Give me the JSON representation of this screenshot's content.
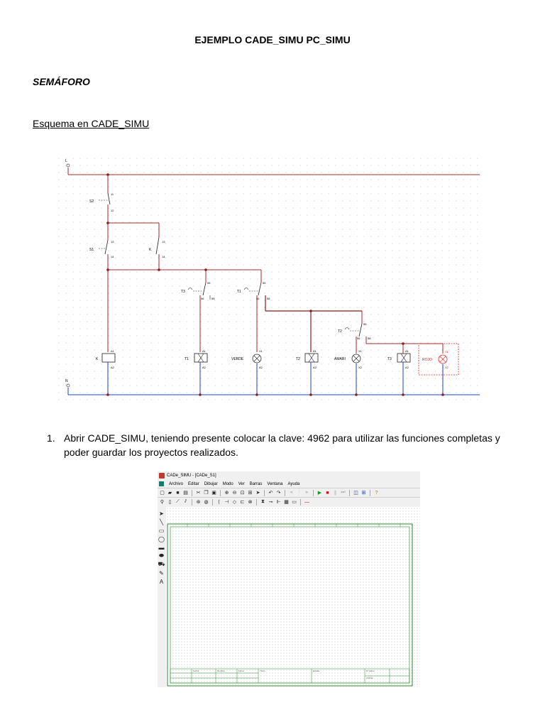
{
  "title": "EJEMPLO CADE_SIMU PC_SIMU",
  "section": "SEMÁFORO",
  "subsection": "Esquema en CADE_SIMU",
  "schematic": {
    "labels": {
      "L": "L",
      "N": "N",
      "S2": "S2",
      "S1": "S1",
      "K_contact": "K",
      "c11": "11",
      "c12": "12",
      "c13a": "13",
      "c14a": "14",
      "c13b": "13",
      "c14b": "14",
      "T3": "T3",
      "T1": "T1",
      "T2": "T2",
      "c55a": "55",
      "c56a": "56",
      "c58a": "58",
      "c55b": "55",
      "c56b": "56",
      "c58b": "58",
      "c55c": "55",
      "c56c": "56",
      "c58c": "58",
      "K_coil": "K",
      "T1_coil": "T1",
      "T2_coil": "T2",
      "T3_coil": "T3",
      "VERDE": "VERDE",
      "AMARI": "AMARI",
      "ROJO": "ROJO",
      "A1": "A1",
      "A2": "A2",
      "X1": "X1",
      "X2": "X2"
    },
    "colors": {
      "phase": "#a52a2a",
      "neutral": "#1f3fd1",
      "node": "#8b1a1a",
      "highlight": "#e02020"
    }
  },
  "steps": [
    {
      "number": "1.",
      "text": "Abrir CADE_SIMU, teniendo presente colocar la clave: 4962 para utilizar las funciones completas y poder guardar los proyectos realizados."
    }
  ],
  "app": {
    "window_title": "CADe_SIMU - [CADe_S1]",
    "menu": [
      "Archivo",
      "Editar",
      "Dibujar",
      "Modo",
      "Ver",
      "Barras",
      "Ventana",
      "Ayuda"
    ],
    "title_block": [
      "Fecha",
      "Nombre",
      "Firma",
      "Título",
      "Escala",
      "Nº plano",
      "Archivo"
    ],
    "colors": {
      "frame": "#2e8b2e"
    }
  }
}
